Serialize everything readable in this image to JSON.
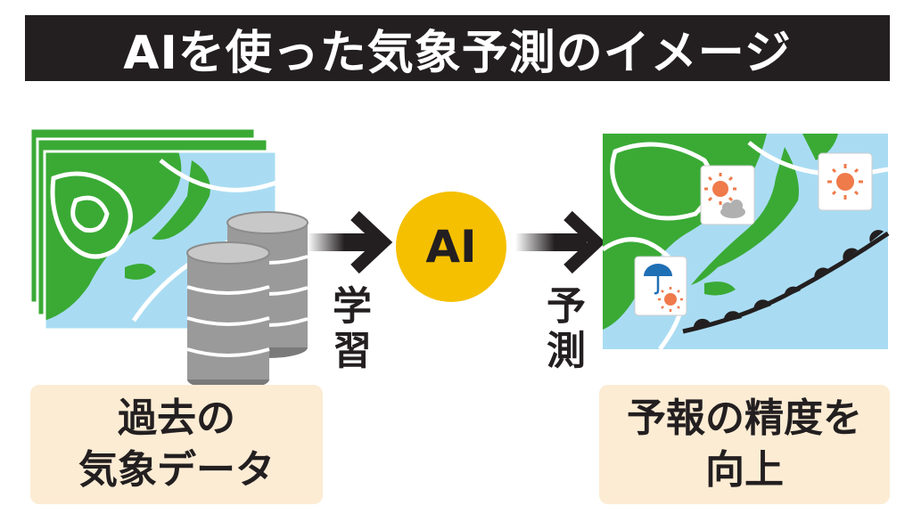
{
  "title": "AIを使った気象予測のイメージ",
  "past_data_label": [
    "過去の",
    "気象データ"
  ],
  "learn_label": "学習",
  "ai_label": "AI",
  "predict_label": "予測",
  "result_label": [
    "予報の精度を",
    "向上"
  ],
  "colors": {
    "title_bg": "#231f20",
    "ai_circle": "#f5c000",
    "land": "#3aaa35",
    "sea": "#a9dcf3",
    "label_bg": "#fcecd4",
    "database": "#8c8c8c"
  },
  "icons": [
    "weather-map-icon",
    "database-icon",
    "arrow-right-icon",
    "sun-icon",
    "cloud-icon",
    "umbrella-icon",
    "weather-front-icon"
  ]
}
